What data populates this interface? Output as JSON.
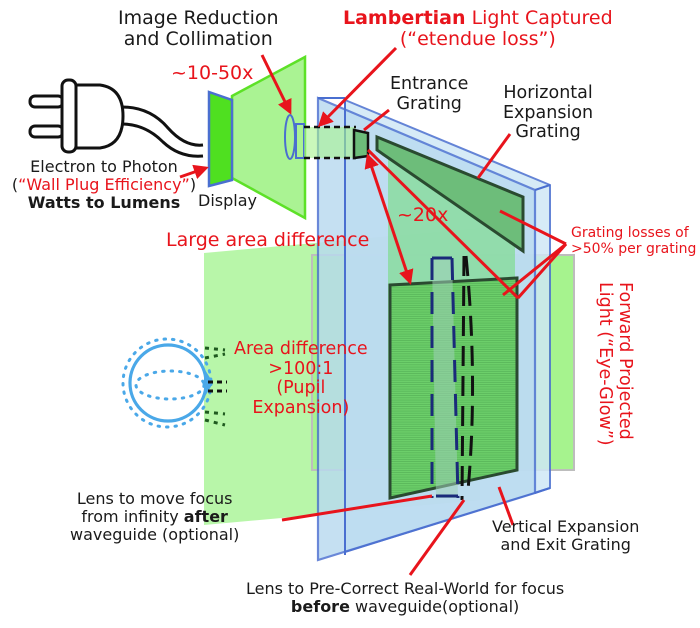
{
  "diagram": {
    "title": "AR waveguide display optical efficiency losses",
    "labels": {
      "image_reduction": [
        "Image Reduction",
        "and Collimation"
      ],
      "reduction_factor": "~10-50x",
      "lambertian_bold": "Lambertian",
      "lambertian_rest": " Light Captured",
      "etendue": "(“etendue loss”)",
      "entrance_grating": [
        "Entrance",
        "Grating"
      ],
      "horizontal_grating": [
        "Horizontal",
        "Expansion",
        "Grating"
      ],
      "electron_to_photon": "Electron to Photon",
      "wpe_open": "(",
      "wpe_text": "“Wall Plug Efficiency”",
      "wpe_close": ")",
      "watts_to_lumens": "Watts to Lumens",
      "display": "Display",
      "area_factor": "~20x",
      "large_area_difference": "Large area difference",
      "grating_losses": [
        "Grating losses of",
        ">50% per grating"
      ],
      "area_difference": [
        "Area difference",
        ">100:1",
        "(Pupil",
        "Expansion)"
      ],
      "forward_projected": [
        "Forward Projected",
        "Light (“Eye-Glow”)"
      ],
      "lens_after": [
        "Lens to move focus",
        "from infinity ",
        "after",
        "waveguide (optional)"
      ],
      "vertical_grating": [
        "Vertical Expansion",
        "and Exit Grating"
      ],
      "lens_before": [
        "Lens to Pre-Correct Real-World for focus",
        "before",
        " waveguide(optional)"
      ]
    },
    "icons": {
      "power_plug": "power-plug-icon",
      "eye": "eye-icon"
    },
    "colors": {
      "annotation_red": "#e8141c",
      "light_green": "#8ef07a",
      "display_green": "#5fe03a",
      "waveguide_blue": "#b9daf0",
      "waveguide_edge": "#4a6fd0",
      "grating_green": "#5dbb6a",
      "eye_blue": "#4aa8e8"
    }
  }
}
